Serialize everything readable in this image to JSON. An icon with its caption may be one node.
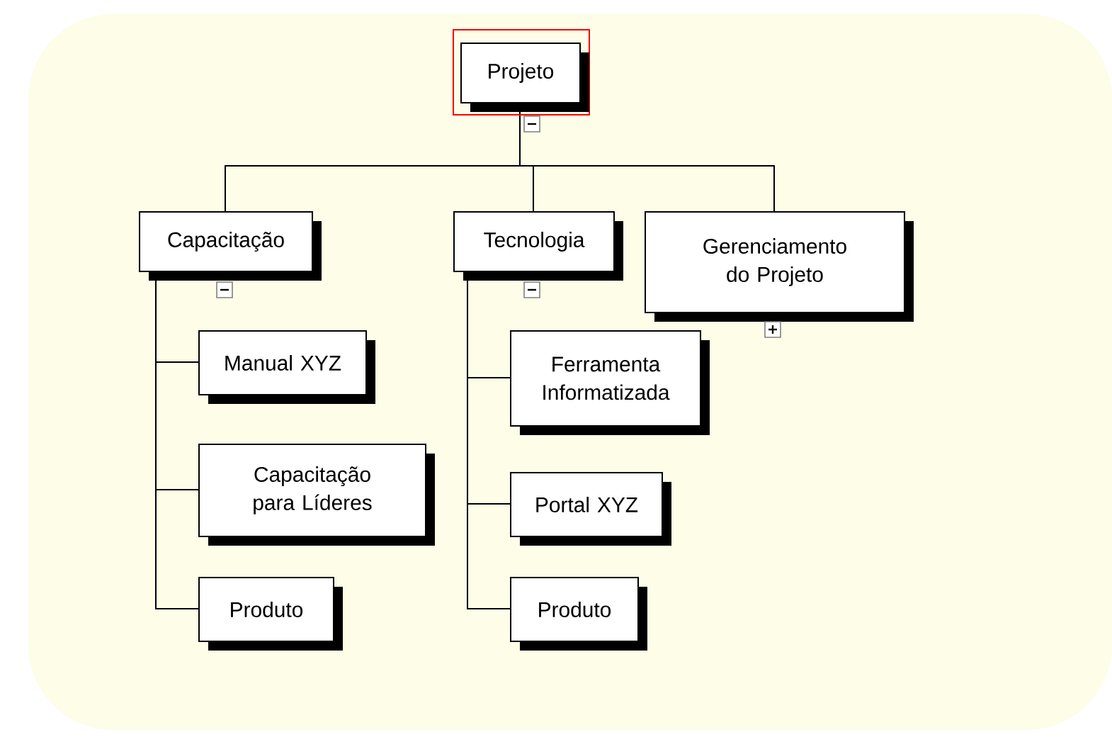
{
  "diagram": {
    "nodes": [
      {
        "text": [
          "Projeto"
        ]
      },
      {
        "text": [
          "Capacitação"
        ]
      },
      {
        "text": [
          "Tecnologia"
        ]
      },
      {
        "text": [
          "Gerenciamento do Projeto"
        ]
      },
      {
        "text": [
          "Manual XYZ"
        ]
      },
      {
        "text": [
          "Capacitação para Líderes"
        ]
      },
      {
        "text": [
          "Produto"
        ]
      },
      {
        "text": [
          "Ferramenta Informatizada"
        ]
      },
      {
        "text": [
          "Portal XYZ"
        ]
      },
      {
        "text": [
          "Produto"
        ]
      }
    ],
    "edges": [
      {
        "from": 0,
        "to": 1,
        "arrow": "none"
      },
      {
        "from": 0,
        "to": 2,
        "arrow": "none"
      },
      {
        "from": 0,
        "to": 3,
        "arrow": "none"
      },
      {
        "from": 1,
        "to": 4,
        "arrow": "none"
      },
      {
        "from": 1,
        "to": 5,
        "arrow": "none"
      },
      {
        "from": 1,
        "to": 6,
        "arrow": "none"
      },
      {
        "from": 2,
        "to": 7,
        "arrow": "none"
      },
      {
        "from": 2,
        "to": 8,
        "arrow": "none"
      },
      {
        "from": 2,
        "to": 9,
        "arrow": "none"
      }
    ]
  }
}
